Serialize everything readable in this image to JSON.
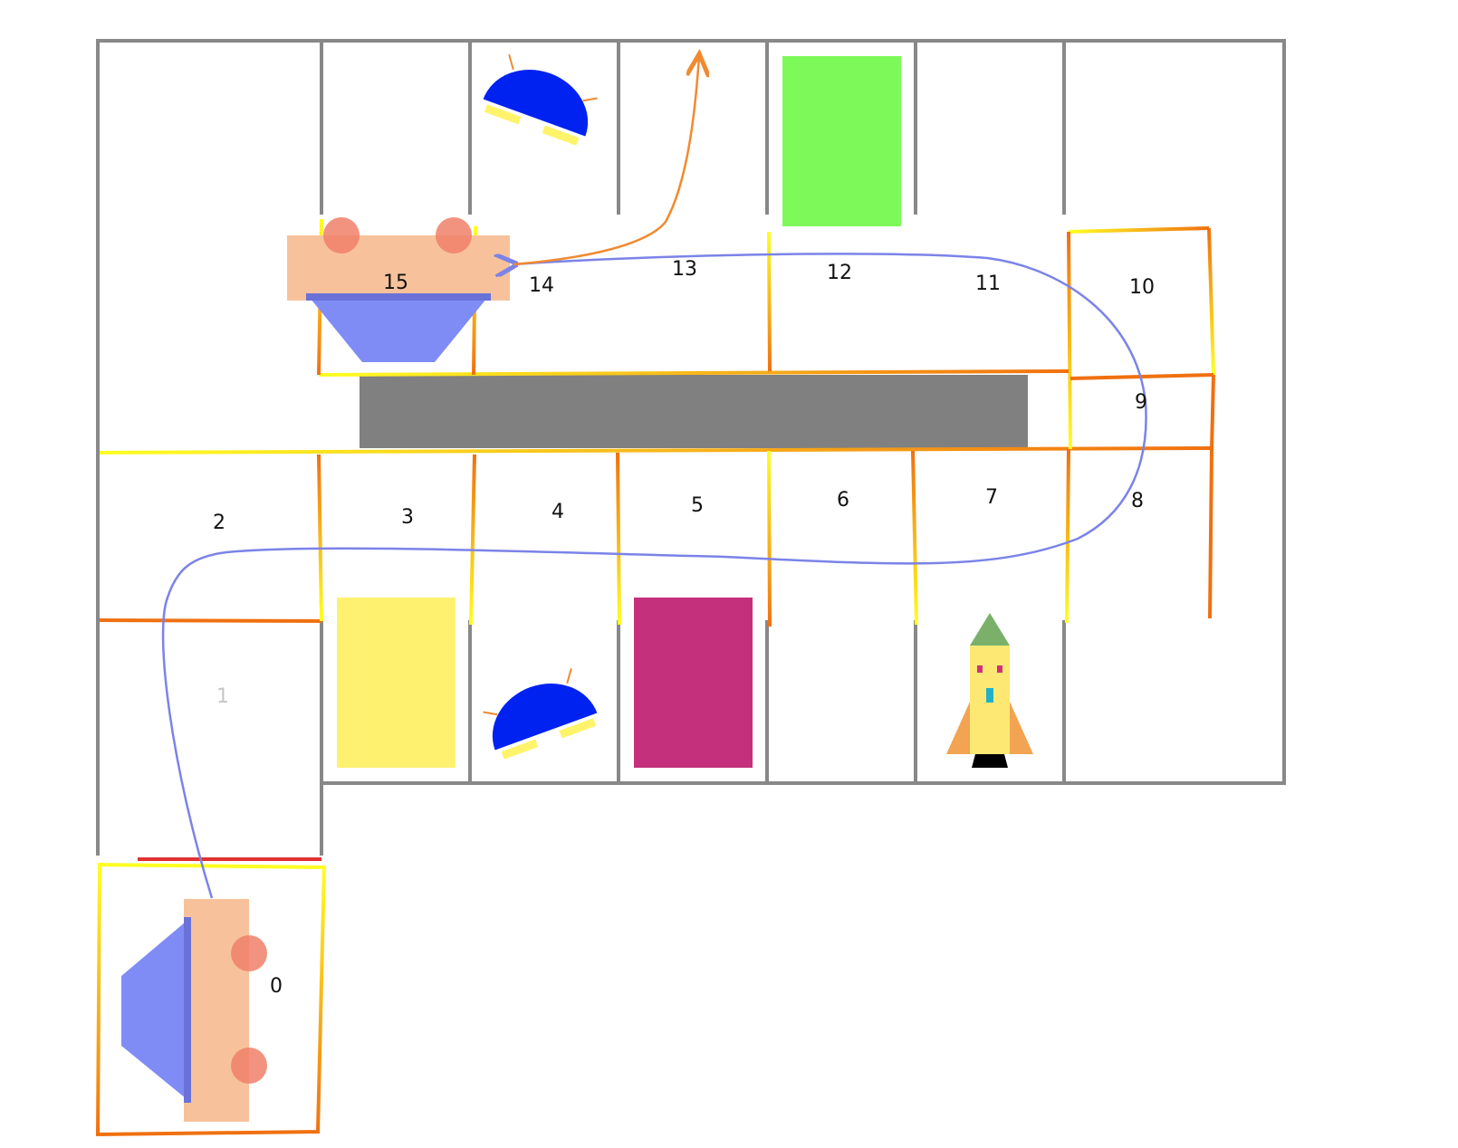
{
  "cells": [
    {
      "label": "0",
      "style": "normal"
    },
    {
      "label": "1",
      "style": "faint"
    },
    {
      "label": "2",
      "style": "normal"
    },
    {
      "label": "3",
      "style": "normal"
    },
    {
      "label": "4",
      "style": "normal"
    },
    {
      "label": "5",
      "style": "normal"
    },
    {
      "label": "6",
      "style": "normal"
    },
    {
      "label": "7",
      "style": "normal"
    },
    {
      "label": "8",
      "style": "normal"
    },
    {
      "label": "9",
      "style": "normal"
    },
    {
      "label": "10",
      "style": "normal"
    },
    {
      "label": "11",
      "style": "normal"
    },
    {
      "label": "12",
      "style": "normal"
    },
    {
      "label": "13",
      "style": "normal"
    },
    {
      "label": "14",
      "style": "normal"
    },
    {
      "label": "15",
      "style": "normal"
    }
  ],
  "colors": {
    "wall": "#888888",
    "path_gradient_a": "#ffff22",
    "path_gradient_b": "#f07010",
    "robot_body": "#f7c29b",
    "robot_wheel": "#f0806a",
    "robot_scoop": "#7f8cf5",
    "route_line": "#7b83e8",
    "exit_arrow": "#f08a30",
    "start_line": "#e03030",
    "divider_block": "#808080",
    "box_green": "#7dfa5a",
    "box_yellow": "#fff170",
    "box_magenta": "#c4307c",
    "dome_blue": "#0022f0",
    "dome_feet": "#fff36a",
    "rocket_body": "#fde873",
    "rocket_nose": "#7ab06a",
    "rocket_fins": "#f2a452",
    "rocket_base": "#000000"
  },
  "icons": [
    "robot-icon",
    "dome-robot-icon",
    "rocket-icon",
    "green-block-icon",
    "yellow-block-icon",
    "magenta-block-icon"
  ]
}
